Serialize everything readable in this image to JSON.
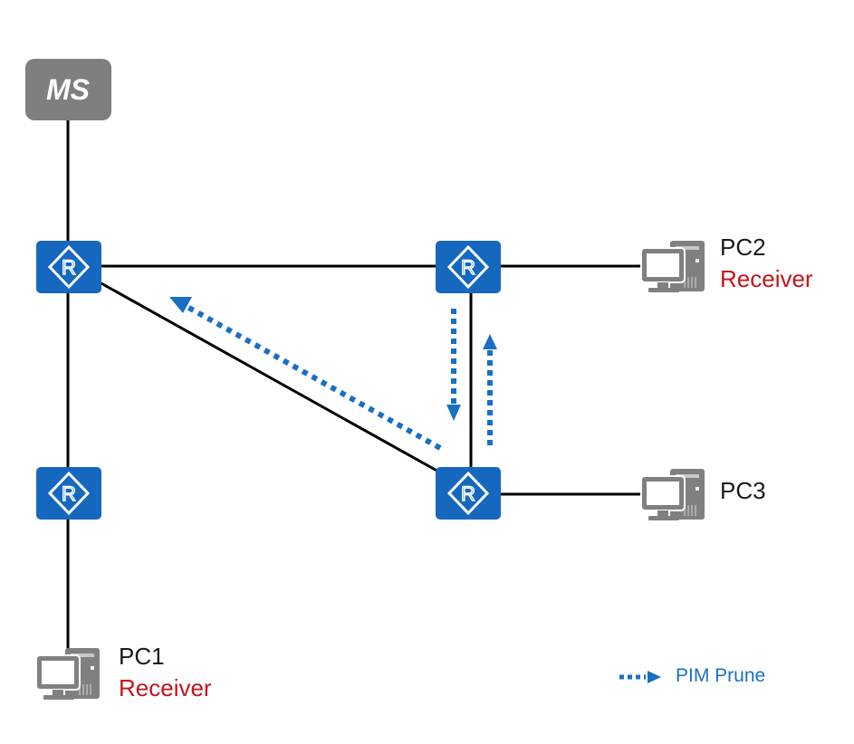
{
  "colors": {
    "router_fill": "#1668bf",
    "server_fill": "#7f7f7f",
    "pc_fill": "#808080",
    "link": "#000000",
    "prune_arrow": "#1a6fc3",
    "receiver_text": "#c0151b"
  },
  "server": {
    "label": "MS",
    "icon": "multicast-server-icon"
  },
  "routers": [
    {
      "id": "r1",
      "icon": "router-icon",
      "glyph": "R"
    },
    {
      "id": "r2",
      "icon": "router-icon",
      "glyph": "R"
    },
    {
      "id": "r3",
      "icon": "router-icon",
      "glyph": "R"
    },
    {
      "id": "r4",
      "icon": "router-icon",
      "glyph": "R"
    }
  ],
  "hosts": [
    {
      "id": "pc1",
      "name": "PC1",
      "role": "Receiver",
      "icon": "pc-icon"
    },
    {
      "id": "pc2",
      "name": "PC2",
      "role": "Receiver",
      "icon": "pc-icon"
    },
    {
      "id": "pc3",
      "name": "PC3",
      "role": "",
      "icon": "pc-icon"
    }
  ],
  "links": [
    [
      "ms",
      "r1"
    ],
    [
      "r1",
      "r2"
    ],
    [
      "r1",
      "r3"
    ],
    [
      "r1",
      "r4"
    ],
    [
      "r2",
      "r4"
    ],
    [
      "r2",
      "pc2"
    ],
    [
      "r4",
      "pc3"
    ],
    [
      "r3",
      "pc1"
    ]
  ],
  "prune_messages": [
    {
      "from": "r4",
      "to": "r1",
      "type": "PIM Prune"
    },
    {
      "from": "r2",
      "to": "r4",
      "type": "PIM Prune"
    },
    {
      "from": "r4",
      "to": "r2",
      "type": "PIM Prune"
    }
  ],
  "legend": {
    "label": "PIM Prune",
    "icon": "dotted-arrow-icon"
  }
}
